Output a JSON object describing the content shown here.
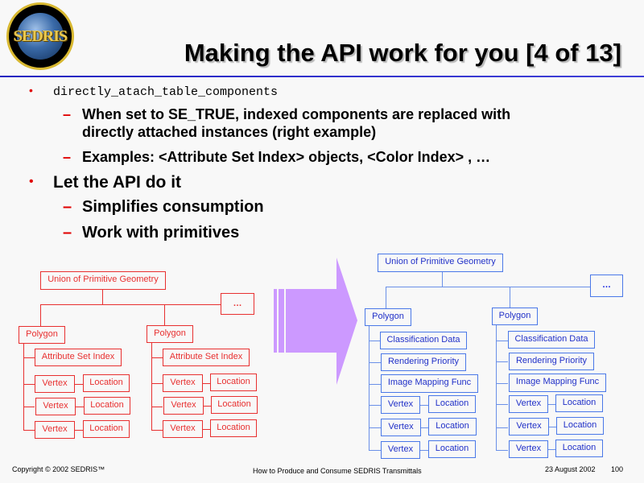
{
  "logo": {
    "text": "SEDRIS"
  },
  "title": "Making the API work for you [4 of 13]",
  "bullets": {
    "b1": {
      "code": "directly_atach_table_components",
      "sub1_line1": "When set to SE_TRUE, indexed components are replaced with",
      "sub1_line2": "directly attached instances (right example)",
      "sub2": "Examples: <Attribute Set Index> objects, <Color Index> , …"
    },
    "b2": {
      "text": "Let the API do it",
      "sub1": "Simplifies consumption",
      "sub2": "Work with primitives"
    }
  },
  "bullet_glyph": "•",
  "dash_glyph": "–",
  "left_diagram": {
    "root": "Union of Primitive Geometry",
    "more": "…",
    "polygons": [
      {
        "label": "Polygon",
        "attr": "Attribute Set Index",
        "vertices": [
          "Vertex",
          "Vertex",
          "Vertex"
        ],
        "locations": [
          "Location",
          "Location",
          "Location"
        ]
      },
      {
        "label": "Polygon",
        "attr": "Attribute Set Index",
        "vertices": [
          "Vertex",
          "Vertex",
          "Vertex"
        ],
        "locations": [
          "Location",
          "Location",
          "Location"
        ]
      }
    ]
  },
  "right_diagram": {
    "root": "Union of Primitive Geometry",
    "more": "…",
    "polygons": [
      {
        "label": "Polygon",
        "components": [
          "Classification Data",
          "Rendering Priority",
          "Image Mapping Func"
        ],
        "vertices": [
          "Vertex",
          "Vertex",
          "Vertex"
        ],
        "locations": [
          "Location",
          "Location",
          "Location"
        ]
      },
      {
        "label": "Polygon",
        "components": [
          "Classification Data",
          "Rendering Priority",
          "Image Mapping Func"
        ],
        "vertices": [
          "Vertex",
          "Vertex",
          "Vertex"
        ],
        "locations": [
          "Location",
          "Location",
          "Location"
        ]
      }
    ]
  },
  "colors": {
    "left_diagram": "#e83030",
    "right_diagram": "#4a78e8",
    "arrow": "#cc99ff",
    "rule": "#2020c0",
    "bullet": "#e00000"
  },
  "footer": {
    "copyright": "Copyright © 2002 SEDRIS™",
    "center": "How to Produce and Consume SEDRIS Transmittals",
    "date": "23 August 2002",
    "page": "100"
  }
}
